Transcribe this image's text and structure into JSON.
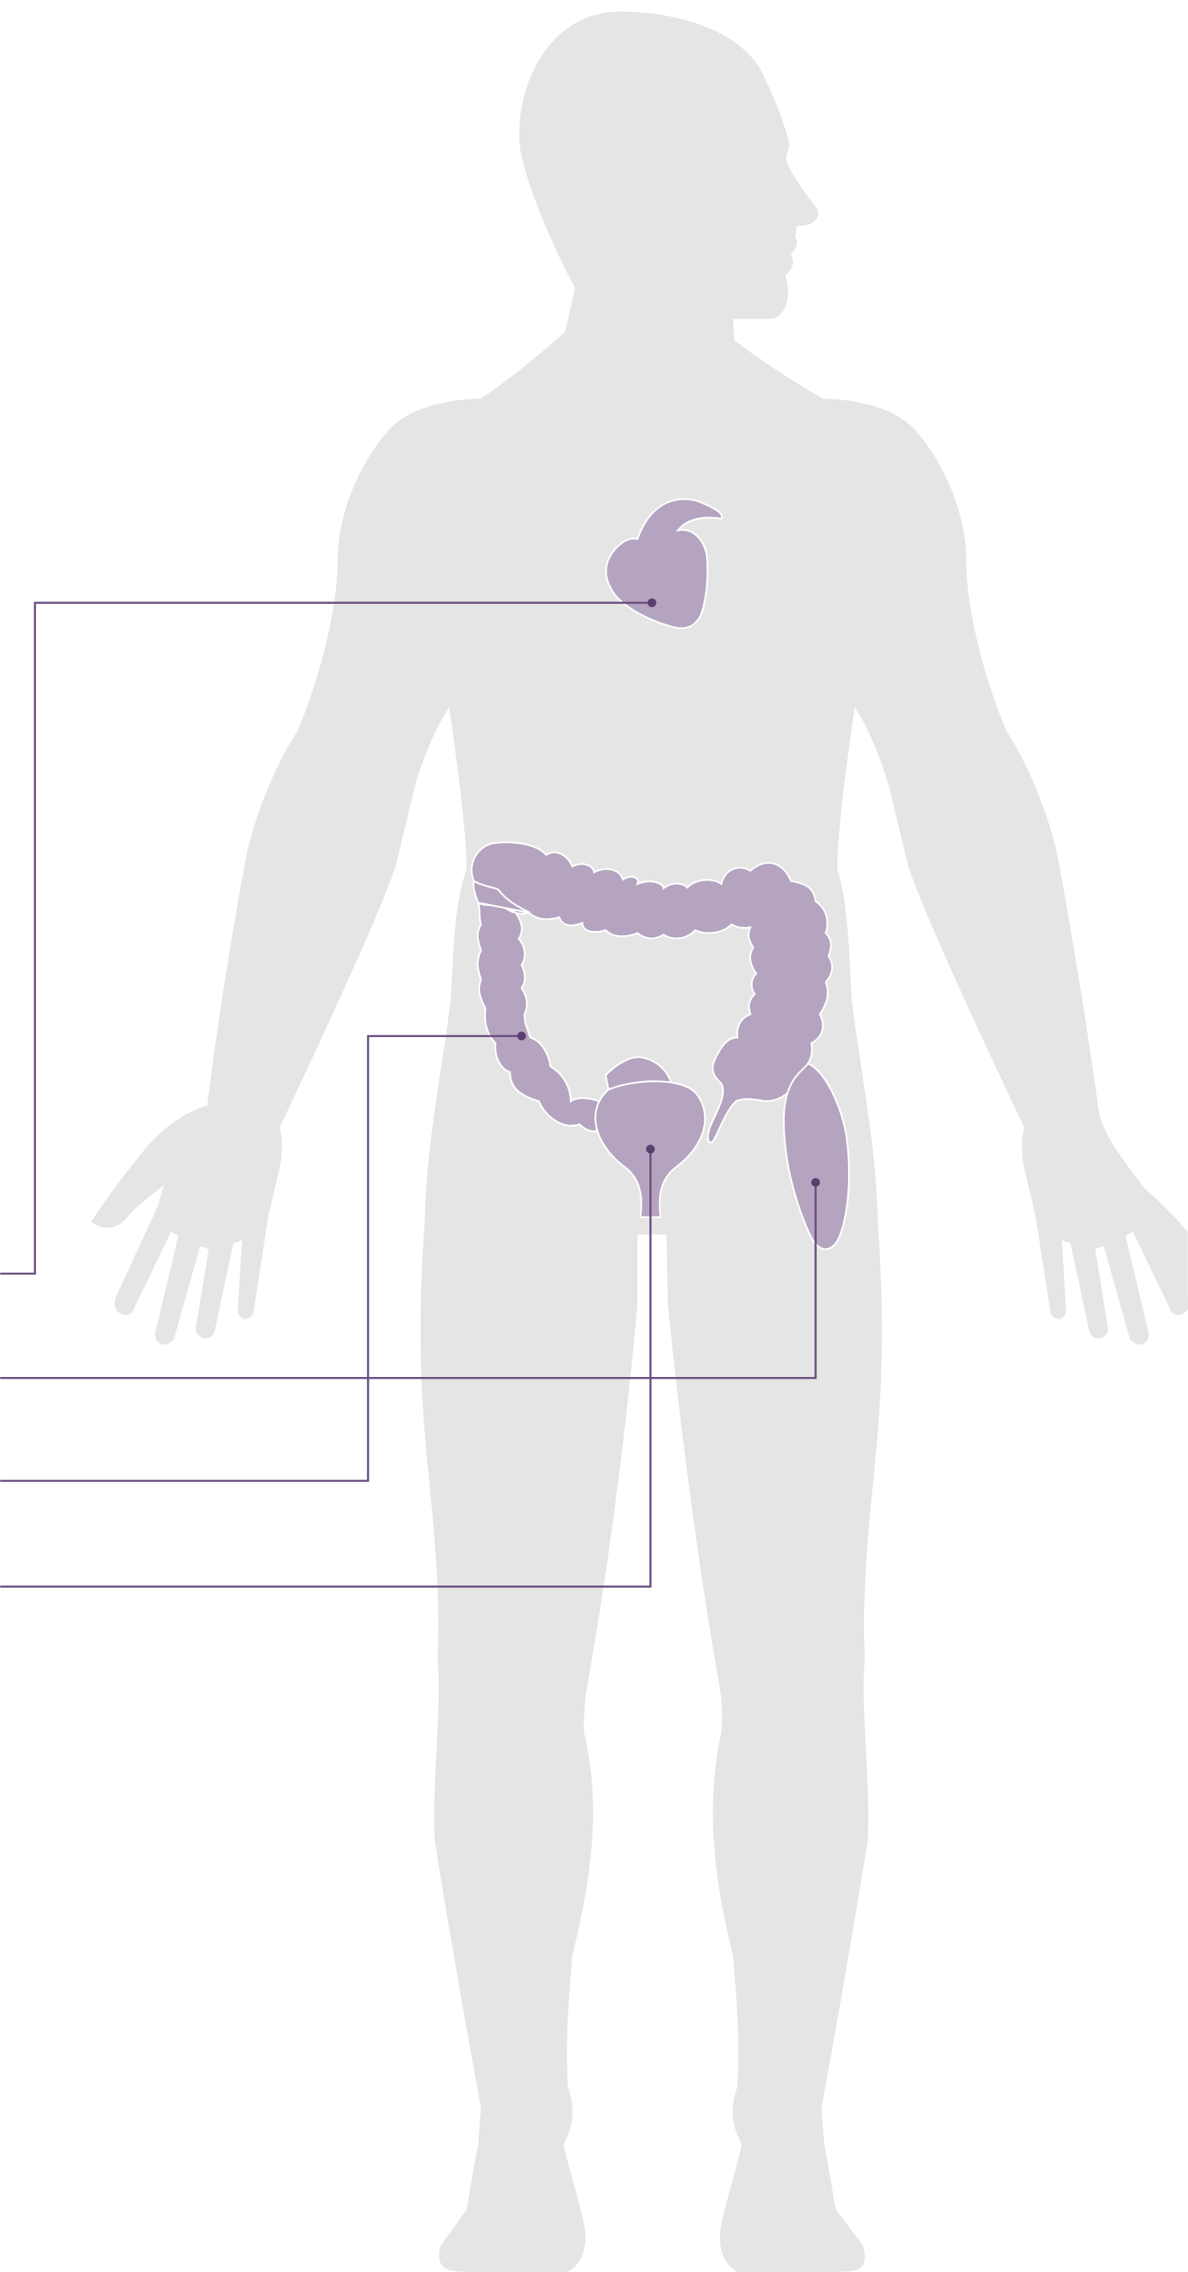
{
  "figure": {
    "description_text": "",
    "colors": {
      "body": "#e5e5e5",
      "organ": "#b4a4c0",
      "organ_outline": "#ffffff",
      "leader_line": "#6a4c80",
      "marker": "#5a3f6e"
    },
    "organs": [
      {
        "id": "stomach",
        "name": ""
      },
      {
        "id": "colon",
        "name": ""
      },
      {
        "id": "bladder",
        "name": ""
      },
      {
        "id": "sigmoid",
        "name": ""
      }
    ]
  }
}
